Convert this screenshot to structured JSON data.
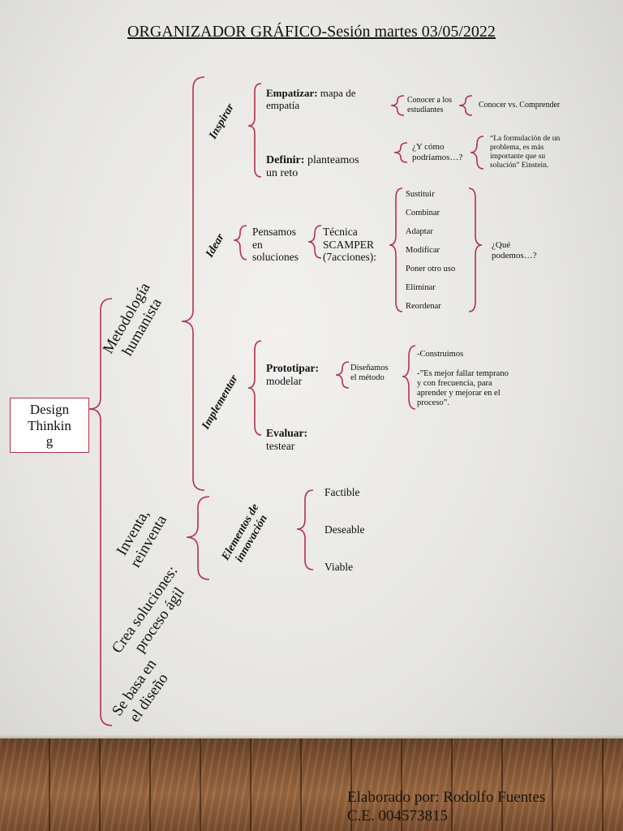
{
  "title": "ORGANIZADOR GRÁFICO-Sesión martes 03/05/2022",
  "root": "Design Thinking",
  "root_lines": [
    "Design",
    "Thinkin",
    "g"
  ],
  "branches": {
    "metodologia": "Metodología humanista",
    "inventa": "Inventa, reinventa",
    "crea": "Crea soluciones: proceso ágil",
    "se_basa": "Se basa en el diseño"
  },
  "phases": {
    "inspirar": "Inspirar",
    "idear": "Idear",
    "implementar": "Implementar",
    "elementos": "Elementos de innovación"
  },
  "inspirar": {
    "empatizar_bold": "Empatizar:",
    "empatizar_rest": " mapa de",
    "empatizar_line2": "empatía",
    "conocer": "Conocer a los",
    "conocer2": "estudiantes",
    "conocer_vs": "Conocer vs. Comprender",
    "definir_bold": "Definir:",
    "definir_rest": " planteamos",
    "definir_line2": "un reto",
    "como1": "¿Y cómo",
    "como2": "podríamos…?",
    "quote1": "“La formulación de un",
    "quote2": "problema, es más",
    "quote3": "importante que su",
    "quote4": "solución” Einstein."
  },
  "idear": {
    "pensamos1": "Pensamos",
    "pensamos2": "en",
    "pensamos3": "soluciones",
    "tecnica1": "Técnica",
    "tecnica2": "SCAMPER",
    "tecnica3": "(7acciones):",
    "scamper": [
      "Sustituir",
      "Combinar",
      "Adaptar",
      "Modificar",
      "Poner otro uso",
      "Eliminar",
      "Reordenar"
    ],
    "que1": "¿Qué",
    "que2": "podemos…?"
  },
  "implementar": {
    "prototipar_bold": "Prototipar:",
    "prototipar2": "modelar",
    "disenamos1": "Diseñamos",
    "disenamos2": "el método",
    "construimos": "-Construimos",
    "fallar1": "-”Es mejor fallar temprano",
    "fallar2": "y con frecuencia, para",
    "fallar3": "aprender y mejorar en el",
    "fallar4": "proceso”.",
    "evaluar_bold": "Evaluar:",
    "evaluar2": "testear"
  },
  "innovacion": [
    "Factible",
    "Deseable",
    "Viable"
  ],
  "footer": {
    "line1": "Elaborado por: Rodolfo Fuentes",
    "line2": "C.E. 004573815"
  },
  "colors": {
    "bracket": "#b5314b"
  }
}
